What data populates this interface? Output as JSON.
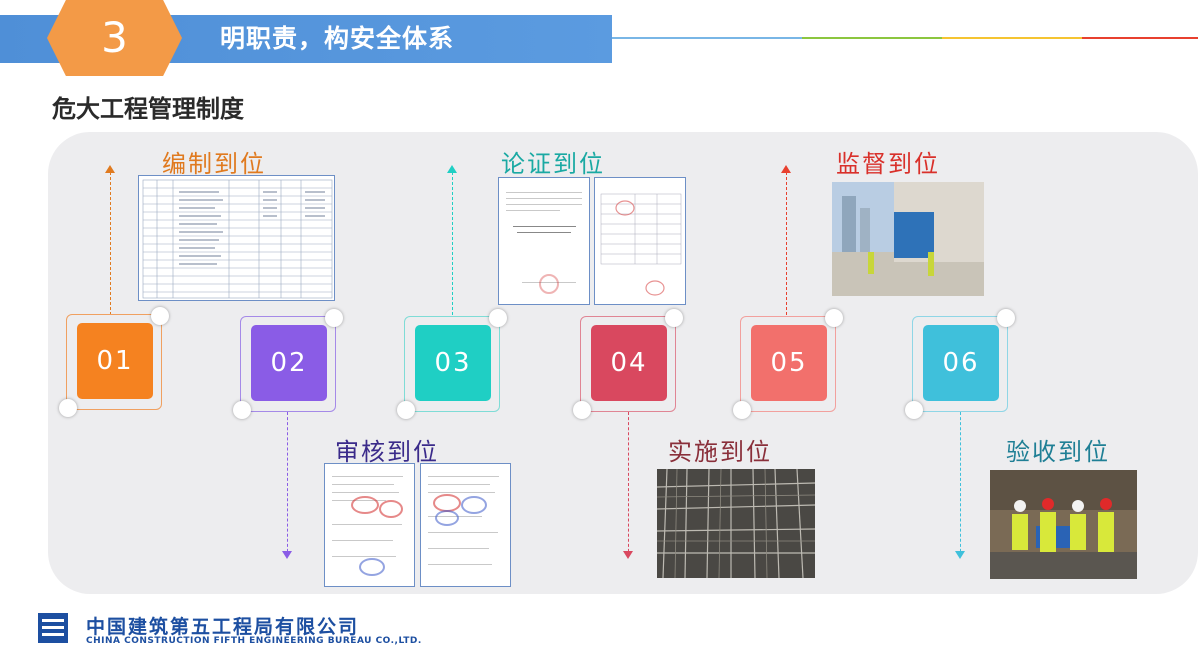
{
  "header": {
    "number": "3",
    "title": "明职责，构安全体系"
  },
  "section_title": "危大工程管理制度",
  "steps": [
    {
      "num": "01",
      "label": "编制到位",
      "color": "#f58220",
      "label_color": "#e07a1f"
    },
    {
      "num": "02",
      "label": "审核到位",
      "color": "#8a5ce6",
      "label_color": "#3a2a8a"
    },
    {
      "num": "03",
      "label": "论证到位",
      "color": "#1fcfc4",
      "label_color": "#1aa9a3"
    },
    {
      "num": "04",
      "label": "实施到位",
      "color": "#d9485f",
      "label_color": "#8a2f3a"
    },
    {
      "num": "05",
      "label": "监督到位",
      "color": "#f2706c",
      "label_color": "#d9302a"
    },
    {
      "num": "06",
      "label": "验收到位",
      "color": "#3fc0db",
      "label_color": "#1f7f95"
    }
  ],
  "footer": {
    "company_cn": "中国建筑第五工程局有限公司",
    "company_en": "CHINA CONSTRUCTION FIFTH ENGINEERING BUREAU CO.,LTD."
  }
}
